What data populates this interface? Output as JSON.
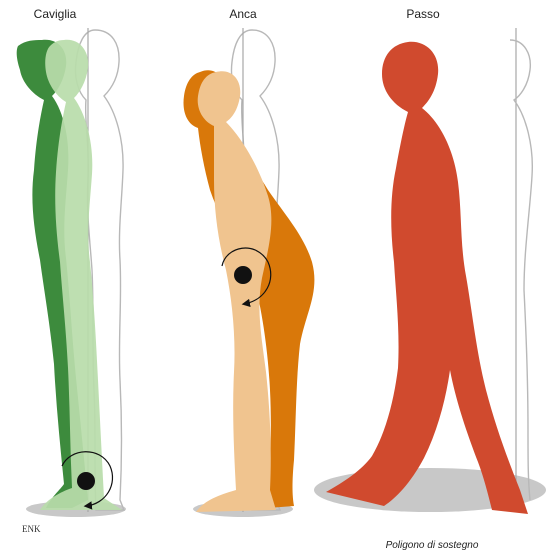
{
  "panels": [
    {
      "title": "Caviglia"
    },
    {
      "title": "Anca"
    },
    {
      "title": "Passo"
    }
  ],
  "caption": "Poligono di sostegno",
  "signature": "ENK",
  "colors": {
    "ankle_dark": "#3d8b3d",
    "ankle_light": "#b9dcaa",
    "hip_dark": "#d9780a",
    "hip_light": "#f0c48f",
    "step": "#d04a2e",
    "support_base": "#c8c8c8",
    "reference_outline": "#b8b8b8",
    "pivot": "#111111"
  },
  "icons": [
    "rotation-arrow-icon",
    "pivot-dot-icon"
  ]
}
